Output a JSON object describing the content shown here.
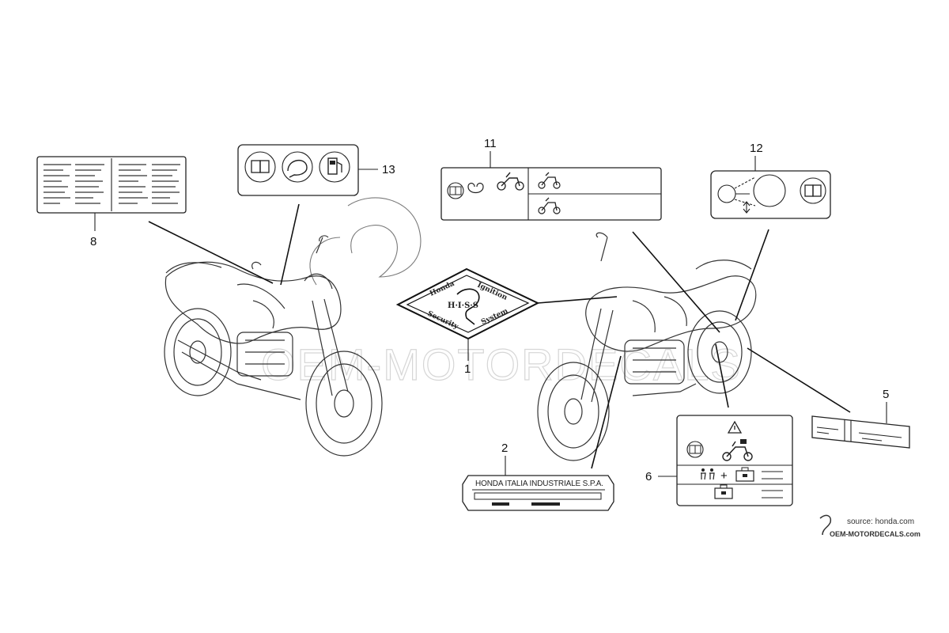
{
  "callouts": {
    "c1": "1",
    "c2": "2",
    "c5": "5",
    "c6": "6",
    "c8": "8",
    "c11": "11",
    "c12": "12",
    "c13": "13"
  },
  "labels": {
    "his_line1": "Honda",
    "his_line2": "Ignition",
    "his_line3": "H·I·S·S",
    "his_line4": "Security",
    "his_line5": "System",
    "plate_text": "HONDA ITALIA INDUSTRIALE S.P.A."
  },
  "watermark": {
    "text": "OEM-MOTORDECALS",
    "source": "source: honda.com",
    "brand": "OEM-MOTORDECALS.com"
  },
  "icons": [
    "manual-book-icon",
    "helmet-icon",
    "fuel-pump-icon",
    "motorcycle-icon",
    "warning-triangle-icon",
    "passenger-icon",
    "luggage-icon",
    "key-icon"
  ]
}
